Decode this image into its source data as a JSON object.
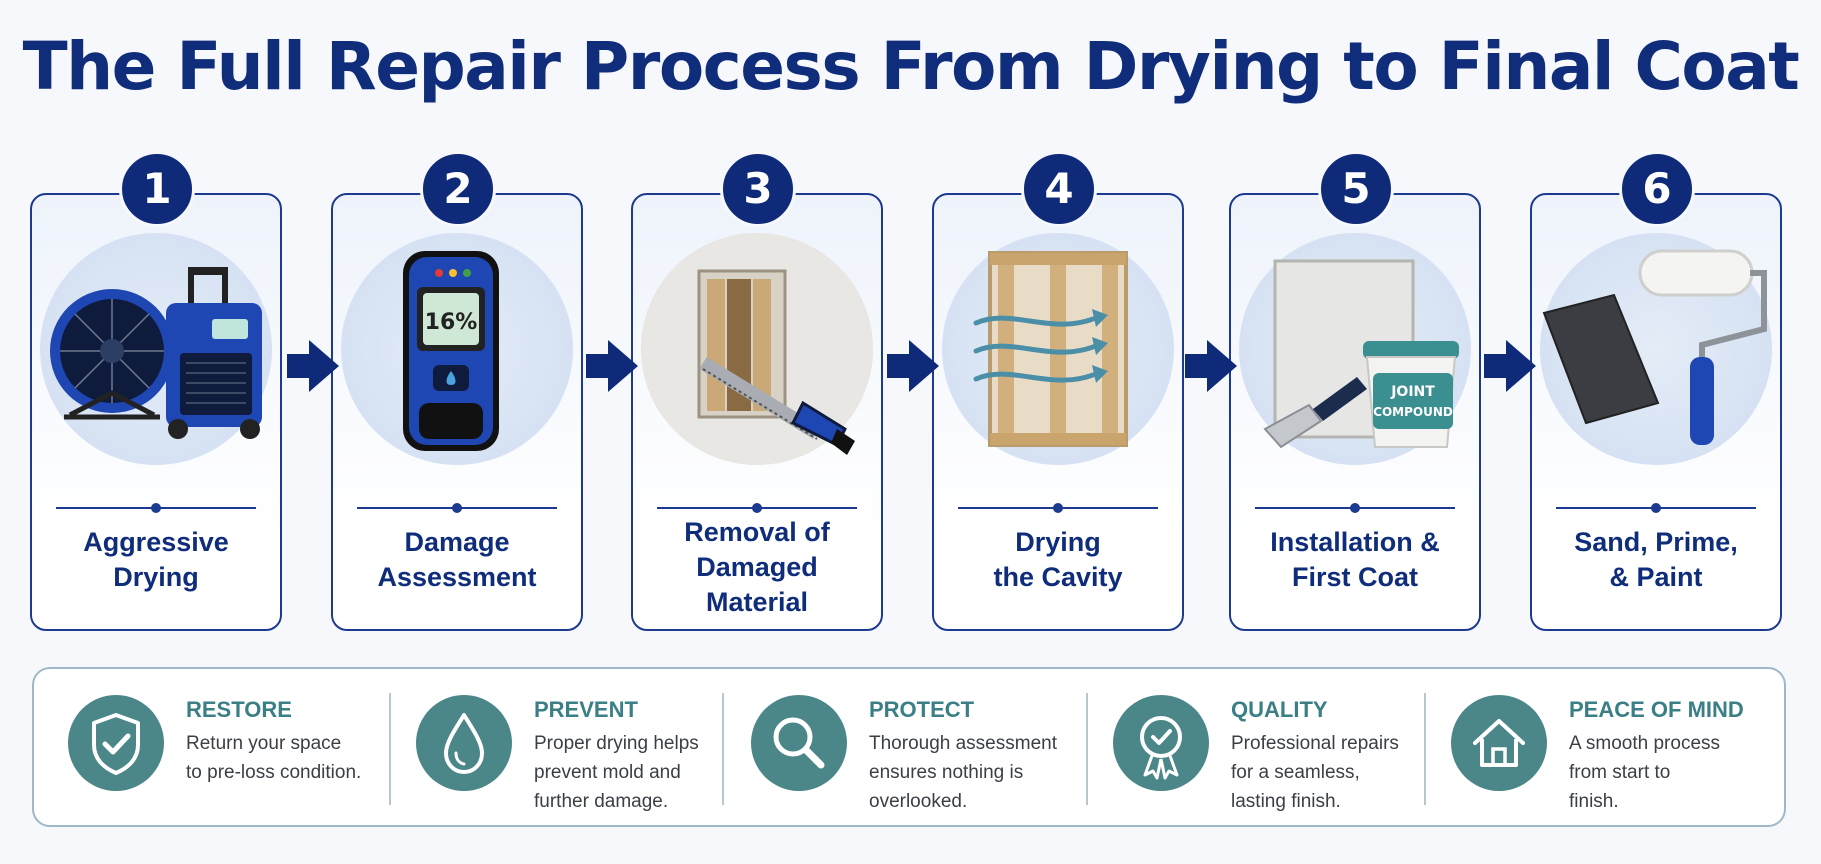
{
  "title": "The Full Repair Process From Drying to Final Coat",
  "steps": [
    {
      "number": "1",
      "label": "Aggressive\nDrying"
    },
    {
      "number": "2",
      "label": "Damage\nAssessment"
    },
    {
      "number": "3",
      "label": "Removal of\nDamaged\nMaterial"
    },
    {
      "number": "4",
      "label": "Drying\nthe Cavity"
    },
    {
      "number": "5",
      "label": "Installation &\nFirst Coat"
    },
    {
      "number": "6",
      "label": "Sand, Prime,\n& Paint"
    }
  ],
  "meter_reading": "16%",
  "bucket_label": "JOINT\nCOMPOUND",
  "benefits": [
    {
      "title": "RESTORE",
      "text": "Return your space\nto pre-loss condition.",
      "icon": "shield-check-icon"
    },
    {
      "title": "PREVENT",
      "text": "Proper drying helps\nprevent mold and\nfurther damage.",
      "icon": "water-drop-icon"
    },
    {
      "title": "PROTECT",
      "text": "Thorough assessment\nensures nothing is\noverlooked.",
      "icon": "magnifier-icon"
    },
    {
      "title": "QUALITY",
      "text": "Professional repairs\nfor a seamless,\nlasting finish.",
      "icon": "award-ribbon-icon"
    },
    {
      "title": "PEACE OF MIND",
      "text": "A smooth process\nfrom start to\nfinish.",
      "icon": "house-icon"
    }
  ],
  "colors": {
    "navy": "#0f2d7a",
    "teal": "#4b8689",
    "teal_text": "#3b7f86",
    "border_blue": "#1c3a8f"
  }
}
